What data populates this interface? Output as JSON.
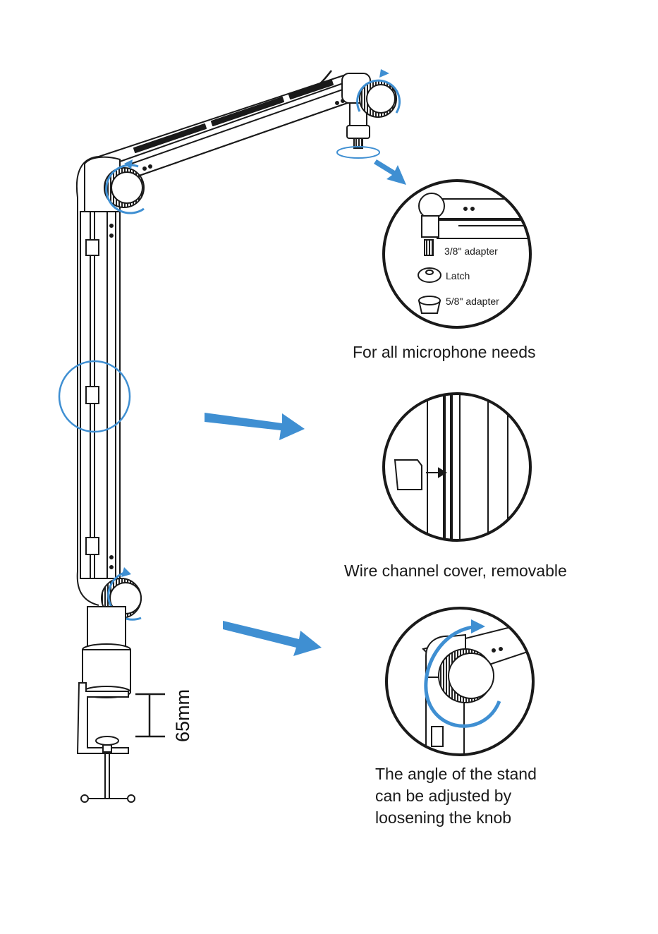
{
  "captions": {
    "mic": "For all microphone needs",
    "wire": "Wire channel cover, removable",
    "angle": [
      "The angle of the stand",
      "can be adjusted by",
      "loosening the knob"
    ]
  },
  "labels": {
    "adapter_38": "3/8\" adapter",
    "latch": "Latch",
    "adapter_58": "5/8\" adapter",
    "clamp_opening": "65mm"
  },
  "colors": {
    "line": "#1a1a1a",
    "accent_blue": "#3f8fd2",
    "background": "#ffffff"
  }
}
